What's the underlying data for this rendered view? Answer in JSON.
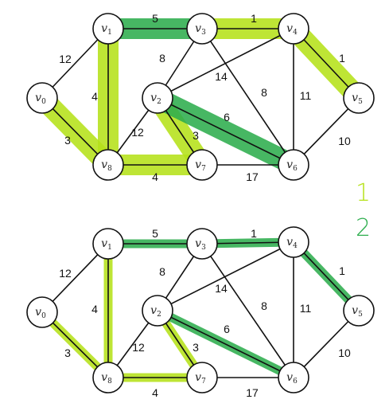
{
  "colors": {
    "light_green": "#b6e21a",
    "dark_green": "#2eae4e"
  },
  "nodes": [
    {
      "id": "v0",
      "label": "v",
      "sub": "0"
    },
    {
      "id": "v1",
      "label": "v",
      "sub": "1"
    },
    {
      "id": "v2",
      "label": "v",
      "sub": "2"
    },
    {
      "id": "v3",
      "label": "v",
      "sub": "3"
    },
    {
      "id": "v4",
      "label": "v",
      "sub": "4"
    },
    {
      "id": "v5",
      "label": "v",
      "sub": "5"
    },
    {
      "id": "v6",
      "label": "v",
      "sub": "6"
    },
    {
      "id": "v7",
      "label": "v",
      "sub": "7"
    },
    {
      "id": "v8",
      "label": "v",
      "sub": "8"
    }
  ],
  "edges": [
    {
      "from": "v0",
      "to": "v1",
      "weight": "12"
    },
    {
      "from": "v0",
      "to": "v8",
      "weight": "3"
    },
    {
      "from": "v1",
      "to": "v3",
      "weight": "5"
    },
    {
      "from": "v1",
      "to": "v8",
      "weight": "4"
    },
    {
      "from": "v2",
      "to": "v3",
      "weight": "8"
    },
    {
      "from": "v2",
      "to": "v4",
      "weight": "14"
    },
    {
      "from": "v2",
      "to": "v6",
      "weight": "6"
    },
    {
      "from": "v2",
      "to": "v7",
      "weight": "3"
    },
    {
      "from": "v2",
      "to": "v8",
      "weight": "12"
    },
    {
      "from": "v3",
      "to": "v4",
      "weight": "1"
    },
    {
      "from": "v3",
      "to": "v6",
      "weight": "8"
    },
    {
      "from": "v4",
      "to": "v5",
      "weight": "1"
    },
    {
      "from": "v4",
      "to": "v6",
      "weight": "11"
    },
    {
      "from": "v5",
      "to": "v6",
      "weight": "10"
    },
    {
      "from": "v6",
      "to": "v7",
      "weight": "17"
    },
    {
      "from": "v7",
      "to": "v8",
      "weight": "4"
    }
  ],
  "graphs": [
    {
      "id": "top",
      "highlights": [
        {
          "from": "v0",
          "to": "v8",
          "color": "light_green"
        },
        {
          "from": "v1",
          "to": "v8",
          "color": "light_green"
        },
        {
          "from": "v7",
          "to": "v8",
          "color": "light_green"
        },
        {
          "from": "v2",
          "to": "v7",
          "color": "light_green"
        },
        {
          "from": "v3",
          "to": "v4",
          "color": "light_green"
        },
        {
          "from": "v4",
          "to": "v5",
          "color": "light_green"
        },
        {
          "from": "v1",
          "to": "v3",
          "color": "dark_green"
        },
        {
          "from": "v2",
          "to": "v6",
          "color": "dark_green"
        }
      ]
    },
    {
      "id": "bottom",
      "highlights": [
        {
          "from": "v0",
          "to": "v8",
          "color": "light_green"
        },
        {
          "from": "v1",
          "to": "v8",
          "color": "light_green"
        },
        {
          "from": "v7",
          "to": "v8",
          "color": "light_green"
        },
        {
          "from": "v2",
          "to": "v7",
          "color": "light_green"
        },
        {
          "from": "v1",
          "to": "v3",
          "color": "dark_green"
        },
        {
          "from": "v3",
          "to": "v4",
          "color": "dark_green"
        },
        {
          "from": "v4",
          "to": "v5",
          "color": "dark_green"
        },
        {
          "from": "v2",
          "to": "v6",
          "color": "dark_green"
        }
      ]
    }
  ],
  "legend": [
    {
      "text": "1",
      "color": "light_green"
    },
    {
      "text": "2",
      "color": "dark_green"
    }
  ]
}
